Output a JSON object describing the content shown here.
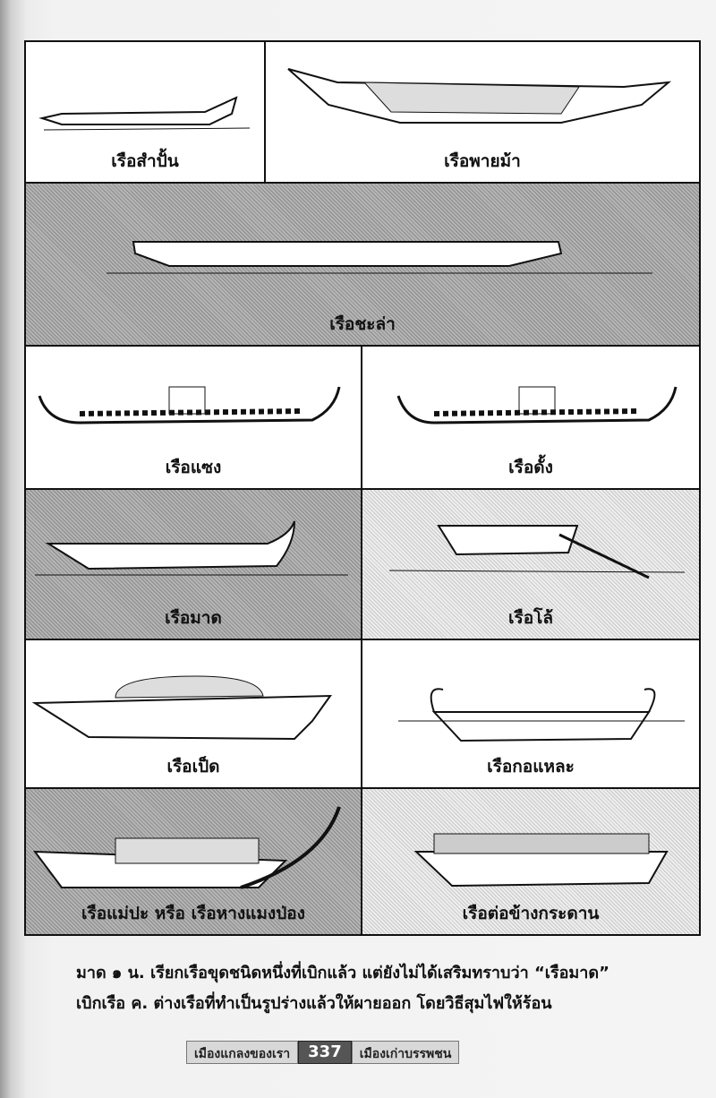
{
  "figures": [
    {
      "caption": "เรือสำปั้น"
    },
    {
      "caption": "เรือพายม้า"
    },
    {
      "caption": "เรือชะล่า"
    },
    {
      "caption": "เรือแซง"
    },
    {
      "caption": "เรือดั้ง"
    },
    {
      "caption": "เรือมาด"
    },
    {
      "caption": "เรือโล้"
    },
    {
      "caption": "เรือเป็ด"
    },
    {
      "caption": "เรือกอแหละ"
    },
    {
      "caption": "เรือแม่ปะ หรือ เรือหางแมงป่อง"
    },
    {
      "caption": "เรือต่อข้างกระดาน"
    }
  ],
  "note": {
    "line1": "มาด ๑ น. เรียกเรือขุดชนิดหนึ่งที่เบิกแล้ว แต่ยังไม่ได้เสริมทราบว่า “เรือมาด”",
    "line2": "เบิกเรือ  ค. ต่างเรือที่ทำเป็นรูปร่างแล้วให้ผายออก  โดยวิธีสุมไฟให้ร้อน"
  },
  "footer": {
    "left": "เมืองแกลงของเรา",
    "page": "337",
    "right": "เมืองเก่าบรรพชน"
  }
}
